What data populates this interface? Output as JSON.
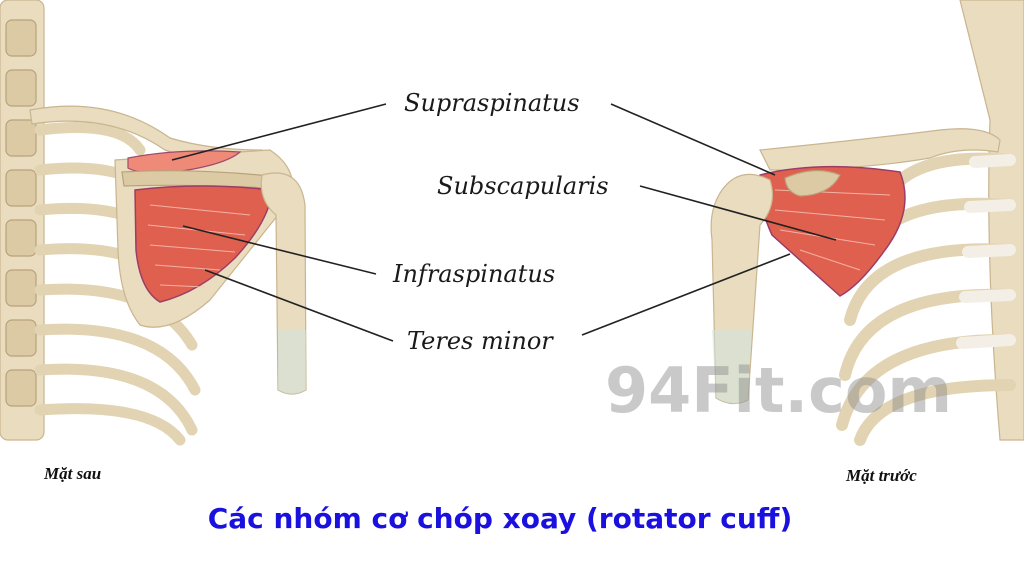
{
  "labels": {
    "supraspinatus": "Supraspinatus",
    "subscapularis": "Subscapularis",
    "infraspinatus": "Infraspinatus",
    "teres_minor": "Teres minor"
  },
  "views": {
    "back": "Mặt sau",
    "front": "Mặt trước"
  },
  "caption": "Các nhóm cơ chóp xoay (rotator cuff)",
  "watermark": "94Fit.com",
  "colors": {
    "caption": "#1a10e0",
    "muscle": "#e0604f",
    "bone": "#e9dcbf",
    "leader_line": "#222222"
  }
}
